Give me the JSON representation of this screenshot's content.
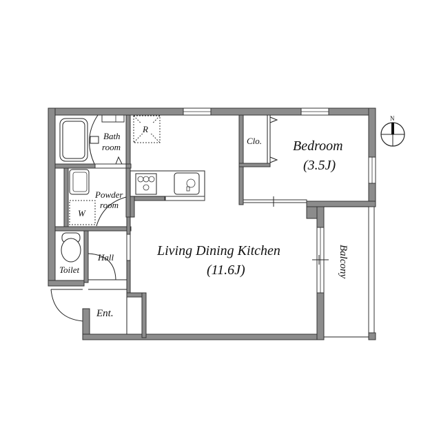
{
  "floor_plan": {
    "rooms": {
      "bath": {
        "line1": "Bath",
        "line2": "room"
      },
      "powder": {
        "line1": "Powder",
        "line2": "room"
      },
      "washer": {
        "label": "W"
      },
      "refrigerator": {
        "label": "R"
      },
      "closet": {
        "label": "Clo."
      },
      "bedroom": {
        "label": "Bedroom",
        "size": "(3.5J)"
      },
      "ldk": {
        "label": "Living Dining Kitchen",
        "size": "(11.6J)"
      },
      "toilet": {
        "label": "Toilet"
      },
      "hall": {
        "label": "Hall"
      },
      "entrance": {
        "label": "Ent."
      },
      "balcony": {
        "label": "Balcony"
      }
    },
    "compass": {
      "north_label": "N"
    },
    "colors": {
      "wall_fill": "#8c8c8c",
      "line": "#222222",
      "background": "#ffffff"
    }
  }
}
